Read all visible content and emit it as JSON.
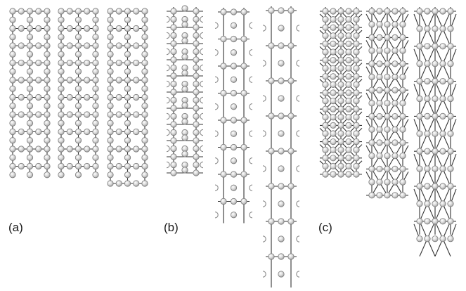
{
  "panels": [
    {
      "label": "(a)"
    },
    {
      "label": "(b)"
    },
    {
      "label": "(c)"
    }
  ],
  "colors": {
    "atom_fill": "#cfcfcf",
    "atom_stroke": "#7c7c7c",
    "bond": "#333333"
  }
}
